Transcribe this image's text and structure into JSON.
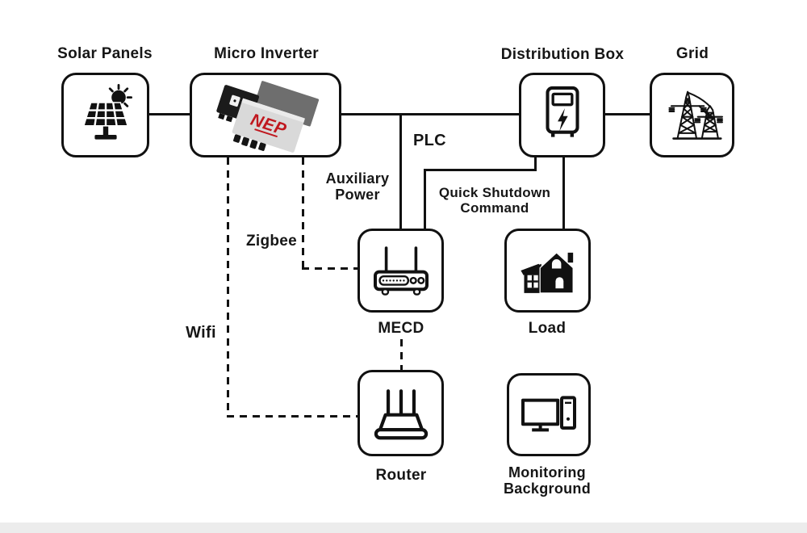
{
  "diagram": {
    "title_labels": {
      "solar_panels": "Solar Panels",
      "micro_inverter": "Micro Inverter",
      "distribution_box": "Distribution Box",
      "grid": "Grid"
    },
    "node_labels": {
      "mecd": "MECD",
      "load": "Load",
      "router": "Router",
      "monitoring_line1": "Monitoring",
      "monitoring_line2": "Background"
    },
    "edge_labels": {
      "plc": "PLC",
      "auxiliary_line1": "Auxiliary",
      "auxiliary_line2": "Power",
      "quick_shutdown_line1": "Quick Shutdown",
      "quick_shutdown_line2": "Command",
      "zigbee": "Zigbee",
      "wifi": "Wifi"
    },
    "inverter_logo": "NEP",
    "icons": {
      "solar_panels": "solar-panel-icon",
      "micro_inverter": "micro-inverter-photo",
      "distribution_box": "distribution-box-icon",
      "grid": "power-grid-towers-icon",
      "mecd": "modem-icon",
      "load": "house-icon",
      "router": "router-icon",
      "monitoring": "computer-icon"
    },
    "connections": [
      {
        "from": "Solar Panels",
        "to": "Micro Inverter",
        "style": "solid",
        "label": ""
      },
      {
        "from": "Micro Inverter",
        "to": "Distribution Box",
        "style": "solid",
        "label": ""
      },
      {
        "from": "Distribution Box",
        "to": "Grid",
        "style": "solid",
        "label": ""
      },
      {
        "from": "Micro Inverter AC bus",
        "to": "MECD",
        "style": "solid",
        "label": "PLC / Auxiliary Power"
      },
      {
        "from": "Distribution Box",
        "to": "MECD",
        "style": "solid",
        "label": "Quick Shutdown Command"
      },
      {
        "from": "Distribution Box",
        "to": "Load",
        "style": "solid",
        "label": ""
      },
      {
        "from": "Micro Inverter",
        "to": "MECD",
        "style": "dashed",
        "label": "Zigbee"
      },
      {
        "from": "Micro Inverter",
        "to": "Router",
        "style": "dashed",
        "label": "Wifi"
      },
      {
        "from": "MECD",
        "to": "Router",
        "style": "dashed",
        "label": ""
      }
    ],
    "colors": {
      "line": "#111111",
      "box_border": "#111111",
      "box_fill": "#ffffff",
      "nep_logo_red": "#c0181f",
      "bottom_band": "#ececec"
    }
  }
}
